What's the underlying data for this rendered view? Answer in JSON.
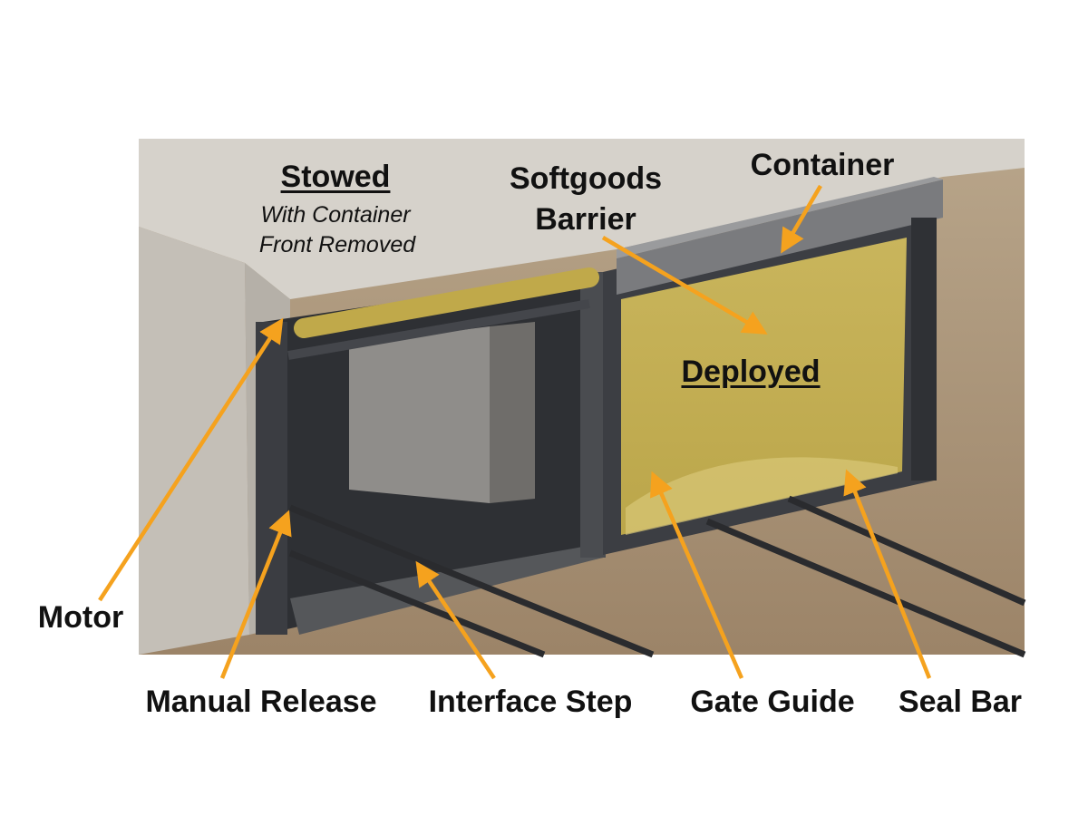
{
  "labels": {
    "stowed": "Stowed",
    "stowed_note_1": "With Container",
    "stowed_note_2": "Front Removed",
    "softgoods_1": "Softgoods",
    "softgoods_2": "Barrier",
    "container": "Container",
    "deployed": "Deployed",
    "motor": "Motor",
    "manual_release": "Manual Release",
    "interface_step": "Interface Step",
    "gate_guide": "Gate Guide",
    "seal_bar": "Seal Bar"
  },
  "colors": {
    "arrow": "#F5A21E",
    "barrier": "#C8B456",
    "concrete": "#D3CFC8",
    "ground": "#A89070"
  }
}
